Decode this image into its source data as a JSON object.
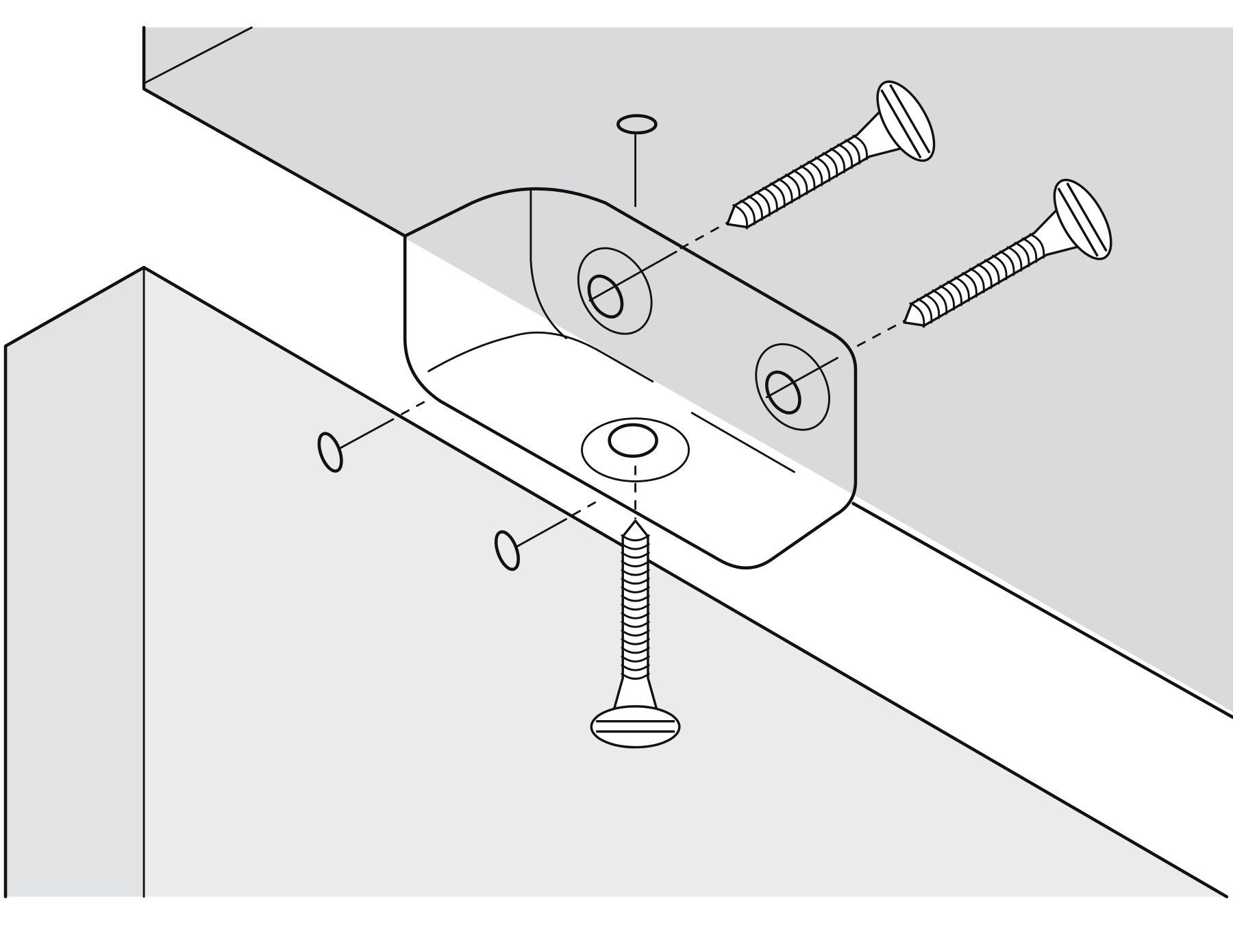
{
  "colors": {
    "background": "#ffffff",
    "back_wall": "#d9dadc",
    "side_panel": "#ebebec",
    "left_panel": "#e2e3e4",
    "line": "#111111",
    "bracket": "#ffffff"
  },
  "screws": [
    {
      "id": "screw-back-upper"
    },
    {
      "id": "screw-back-lower"
    },
    {
      "id": "screw-bottom"
    }
  ]
}
